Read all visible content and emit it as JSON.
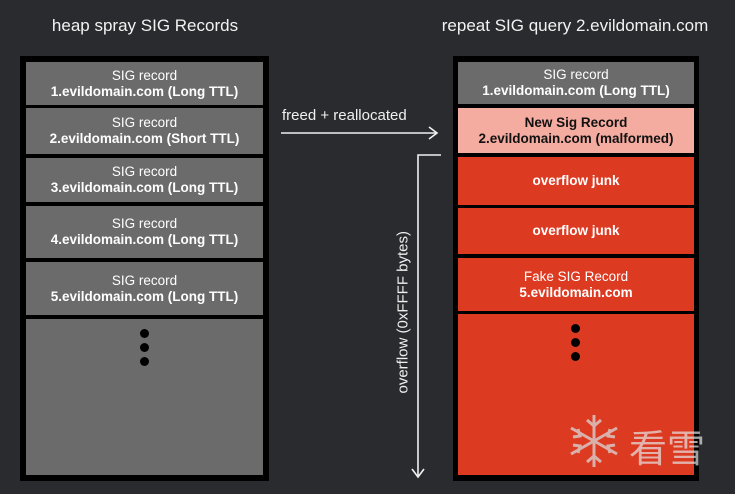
{
  "left": {
    "title": "heap spray SIG Records",
    "records": [
      {
        "line1": "SIG record",
        "line2": "1.evildomain.com (Long TTL)"
      },
      {
        "line1": "SIG record",
        "line2": "2.evildomain.com (Short TTL)"
      },
      {
        "line1": "SIG record",
        "line2": "3.evildomain.com (Long TTL)"
      },
      {
        "line1": "SIG record",
        "line2": "4.evildomain.com (Long TTL)"
      },
      {
        "line1": "SIG record",
        "line2": "5.evildomain.com (Long TTL)"
      }
    ]
  },
  "right": {
    "title": "repeat SIG query 2.evildomain.com",
    "records": [
      {
        "line1": "SIG record",
        "line2": "1.evildomain.com (Long TTL)"
      },
      {
        "line1": "New Sig Record",
        "line2": "2.evildomain.com (malformed)"
      },
      {
        "line1": "",
        "line2": "overflow junk"
      },
      {
        "line1": "",
        "line2": "overflow junk"
      },
      {
        "line1": "Fake SIG Record",
        "line2": "5.evildomain.com"
      }
    ]
  },
  "arrows": {
    "realloc_label": "freed + reallocated",
    "overflow_label": "overflow (0xFFFF bytes)"
  },
  "watermark": {
    "text": "看雪"
  },
  "colors": {
    "background": "#2a2b2f",
    "heap_border": "#000000",
    "record_gray": "#6b6b6b",
    "record_pink": "#f4aba0",
    "record_red": "#dd3a22"
  }
}
